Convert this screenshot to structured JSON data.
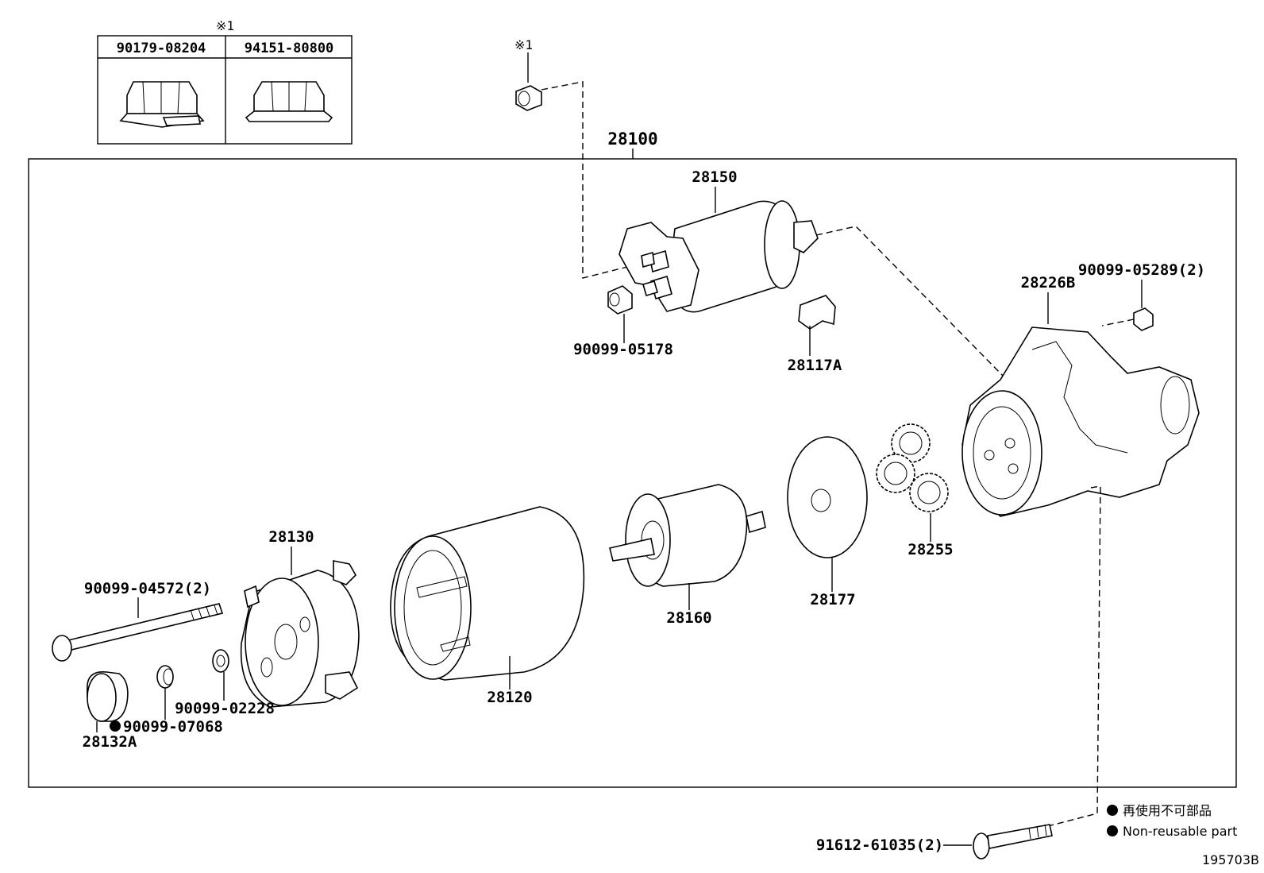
{
  "inset": {
    "mark": "※1",
    "parts": [
      "90179-08204",
      "94151-80800"
    ]
  },
  "top_nut_mark": "※1",
  "assembly": "28100",
  "parts": {
    "p28150": "28150",
    "p90099_05178": "90099-05178",
    "p28117A": "28117A",
    "p28226B": "28226B",
    "p90099_05289": "90099-05289(2)",
    "p28255": "28255",
    "p28177": "28177",
    "p28160": "28160",
    "p28130": "28130",
    "p28120": "28120",
    "p90099_04572": "90099-04572(2)",
    "p90099_02228": "90099-02228",
    "p90099_07068": "90099-07068",
    "p28132A": "28132A",
    "p91612_61035": "91612-61035(2)"
  },
  "legend": {
    "jp": "再使用不可部品",
    "en": "Non-reusable part"
  },
  "figure_id": "195703B"
}
